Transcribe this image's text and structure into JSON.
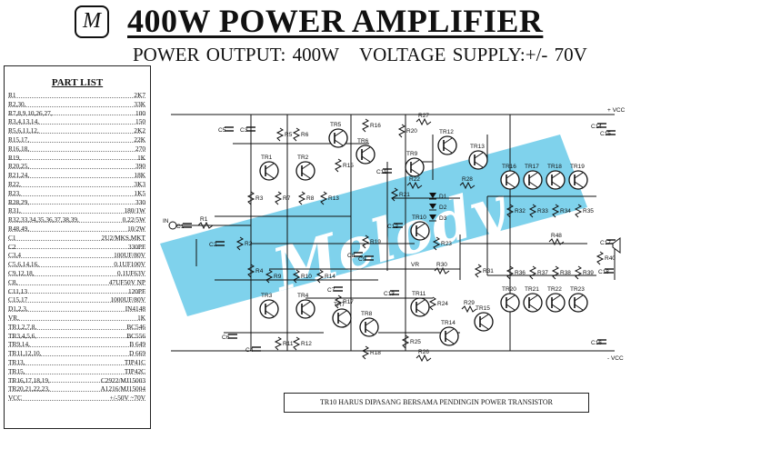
{
  "header": {
    "logo_letter": "M",
    "title": "400W POWER AMPLIFIER",
    "power_output": "POWER OUTPUT: 400W",
    "voltage_supply": "VOLTAGE SUPPLY:+/- 70V"
  },
  "part_list": {
    "heading": "PART LIST",
    "rows": [
      {
        "ref": "R1",
        "value": "2K7"
      },
      {
        "ref": "R2,30,",
        "value": "33K"
      },
      {
        "ref": "R7,8,9,10,26,27,",
        "value": "100"
      },
      {
        "ref": "R3,4,13,14,",
        "value": "150"
      },
      {
        "ref": "R5,6,11,12,",
        "value": "2K2"
      },
      {
        "ref": "R15,17,",
        "value": "22K"
      },
      {
        "ref": "R16,18,",
        "value": "270"
      },
      {
        "ref": "R19,",
        "value": "1K"
      },
      {
        "ref": "R20,25,",
        "value": "390"
      },
      {
        "ref": "R21,24,",
        "value": "18K"
      },
      {
        "ref": "R22,",
        "value": "3K3"
      },
      {
        "ref": "R23,",
        "value": "1K5"
      },
      {
        "ref": "R28,29,",
        "value": "330"
      },
      {
        "ref": "R31,",
        "value": "180/1W"
      },
      {
        "ref": "R32,33,34,35,36,37,38,39,",
        "value": "0.22/5W"
      },
      {
        "ref": "R48,49,",
        "value": "10/2W"
      },
      {
        "ref": "C1",
        "value": "2U2/MKS,MKT"
      },
      {
        "ref": "C2",
        "value": "330PF"
      },
      {
        "ref": "C3,4",
        "value": "100UF/80V"
      },
      {
        "ref": "C5,6,14,16,",
        "value": "0.1UF100V"
      },
      {
        "ref": "C9,12,18,",
        "value": "0.1UF63V"
      },
      {
        "ref": "C8,",
        "value": "47UF50V NP"
      },
      {
        "ref": "C11,13",
        "value": "120PF"
      },
      {
        "ref": "C15,17",
        "value": "1000UF/80V"
      },
      {
        "ref": "D1,2,3,",
        "value": "IN4148"
      },
      {
        "ref": "VR,",
        "value": "1K"
      },
      {
        "ref": "TR1,2,7,8,",
        "value": "BC546"
      },
      {
        "ref": "TR3,4,5,6,",
        "value": "BC556"
      },
      {
        "ref": "TR9,14,",
        "value": "B 649"
      },
      {
        "ref": "TR11,12,10,",
        "value": "D 669"
      },
      {
        "ref": "TR13,",
        "value": "TIP41C"
      },
      {
        "ref": "TR15,",
        "value": "TIP42C"
      },
      {
        "ref": "TR16,17,18,19,",
        "value": "C2922/MJ15003"
      },
      {
        "ref": "TR20,21,22,23,",
        "value": "A1216/MJ15004"
      },
      {
        "ref": "VCC",
        "value": "+/-50V ~70V"
      }
    ]
  },
  "schematic": {
    "watermark": "Melody",
    "watermark_color": "#7fd2ec",
    "transistors": [
      {
        "id": "tr1",
        "label": "TR1"
      },
      {
        "id": "tr2",
        "label": "TR2"
      },
      {
        "id": "tr3",
        "label": "TR3"
      },
      {
        "id": "tr4",
        "label": "TR4"
      },
      {
        "id": "tr5",
        "label": "TR5"
      },
      {
        "id": "tr6",
        "label": "TR6"
      },
      {
        "id": "tr7",
        "label": "TR7"
      },
      {
        "id": "tr8",
        "label": "TR8"
      },
      {
        "id": "tr9",
        "label": "TR9"
      },
      {
        "id": "tr10",
        "label": "TR10"
      },
      {
        "id": "tr11",
        "label": "TR11"
      },
      {
        "id": "tr12",
        "label": "TR12"
      },
      {
        "id": "tr13",
        "label": "TR13"
      },
      {
        "id": "tr14",
        "label": "TR14"
      },
      {
        "id": "tr15",
        "label": "TR15"
      },
      {
        "id": "tr16",
        "label": "TR16"
      },
      {
        "id": "tr17",
        "label": "TR17"
      },
      {
        "id": "tr18",
        "label": "TR18"
      },
      {
        "id": "tr19",
        "label": "TR19"
      },
      {
        "id": "tr20",
        "label": "TR20"
      },
      {
        "id": "tr21",
        "label": "TR21"
      },
      {
        "id": "tr22",
        "label": "TR22"
      },
      {
        "id": "tr23",
        "label": "TR23"
      }
    ],
    "resistors": [
      "R1",
      "R2",
      "R3",
      "R4",
      "R5",
      "R6",
      "R7",
      "R8",
      "R9",
      "R10",
      "R11",
      "R12",
      "R13",
      "R14",
      "R15",
      "R16",
      "R17",
      "R18",
      "R19",
      "R20",
      "R21",
      "R22",
      "R23",
      "R24",
      "R25",
      "R26",
      "R27",
      "R28",
      "R29",
      "R30",
      "R31",
      "R32",
      "R33",
      "R34",
      "R35",
      "R36",
      "R37",
      "R38",
      "R39",
      "R40",
      "R48"
    ],
    "capacitors": [
      "C1",
      "C2",
      "C3",
      "C4",
      "C5",
      "C6",
      "C7",
      "C8",
      "C9",
      "C11",
      "C12",
      "C13",
      "C14",
      "C15",
      "C16",
      "C17",
      "C18"
    ],
    "diodes": [
      "D1",
      "D2",
      "D3"
    ],
    "misc": {
      "input": "IN",
      "vr": "VR",
      "vcc_pos": "+ VCC",
      "vcc_neg": "- VCC"
    }
  },
  "note": "TR10  HARUS DIPASANG BERSAMA PENDINGIN POWER TRANSISTOR"
}
